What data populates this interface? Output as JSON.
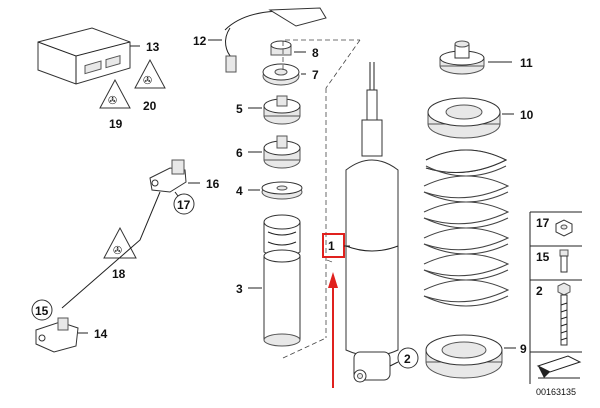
{
  "labels": {
    "p1": "1",
    "p2": "2",
    "p3": "3",
    "p4": "4",
    "p5": "5",
    "p6": "6",
    "p7": "7",
    "p8": "8",
    "p9": "9",
    "p10": "10",
    "p11": "11",
    "p12": "12",
    "p13": "13",
    "p14": "14",
    "p15": "15",
    "p16": "16",
    "p17": "17",
    "p18": "18",
    "p19": "19",
    "p20": "20",
    "legend_17": "17",
    "legend_15": "15",
    "legend_2": "2"
  },
  "diagram_code": "00163135",
  "highlight": {
    "part": "1",
    "color": "#e0211e"
  }
}
